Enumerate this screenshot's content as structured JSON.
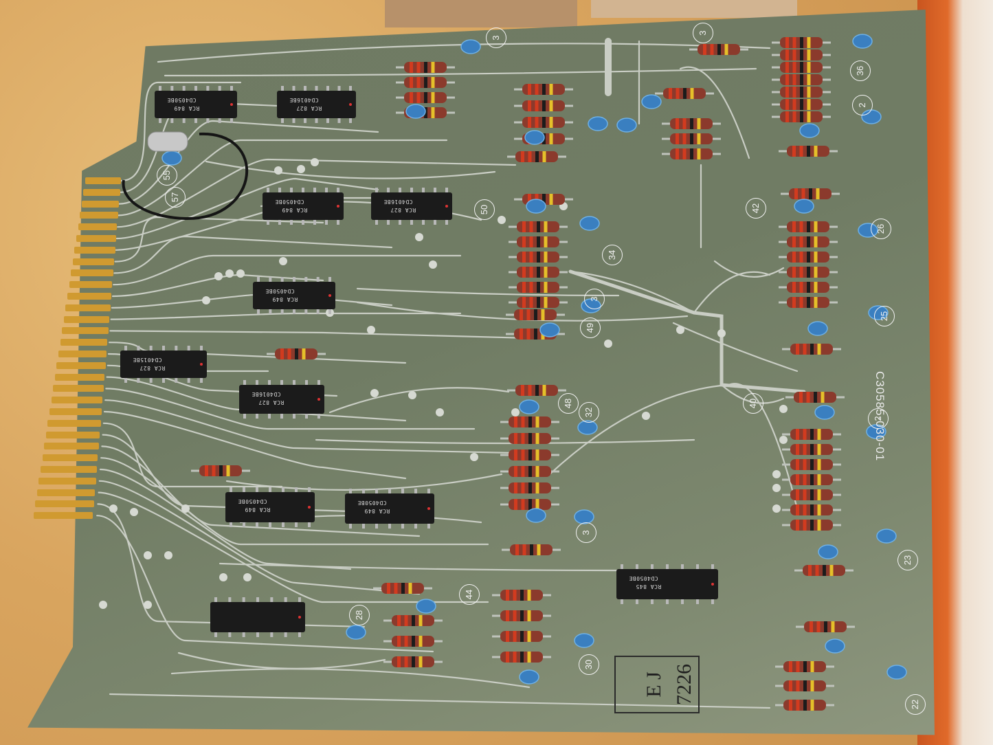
{
  "photo": {
    "subject": "green printed circuit board with CMOS chips and resistors",
    "board_number": "C30585-030-01",
    "stamp_text": [
      "7226",
      "E J"
    ],
    "chip_markings": [
      {
        "part": "CD4050BE",
        "maker": "RCA",
        "code": "849"
      },
      {
        "part": "CD4016BE",
        "maker": "RCA",
        "code": "827"
      },
      {
        "part": "CD4050BE",
        "maker": "RCA",
        "code": "849"
      },
      {
        "part": "CD4016BE",
        "maker": "RCA",
        "code": "827"
      },
      {
        "part": "CD4050BE",
        "maker": "RCA",
        "code": "849"
      },
      {
        "part": "CD4015BE",
        "maker": "RCA",
        "code": "827"
      },
      {
        "part": "CD4016BE",
        "maker": "RCA",
        "code": "827"
      },
      {
        "part": "CD4050BE",
        "maker": "RCA",
        "code": "849"
      },
      {
        "part": "CD4050BE",
        "maker": "RCA",
        "code": "849"
      },
      {
        "part": "CD4050BE",
        "maker": "RCA",
        "code": "845"
      }
    ],
    "test_points": [
      "55",
      "57",
      "50",
      "34",
      "3",
      "49",
      "42",
      "26",
      "25",
      "36",
      "2",
      "48",
      "32",
      "40",
      "2",
      "3",
      "44",
      "28",
      "30",
      "23",
      "22",
      "3",
      "3"
    ],
    "colors": {
      "board": "#707c64",
      "trace": "#c9cdc4",
      "chip": "#1b1b1b",
      "foam": "#d9a55f",
      "gold": "#d09a30"
    }
  }
}
